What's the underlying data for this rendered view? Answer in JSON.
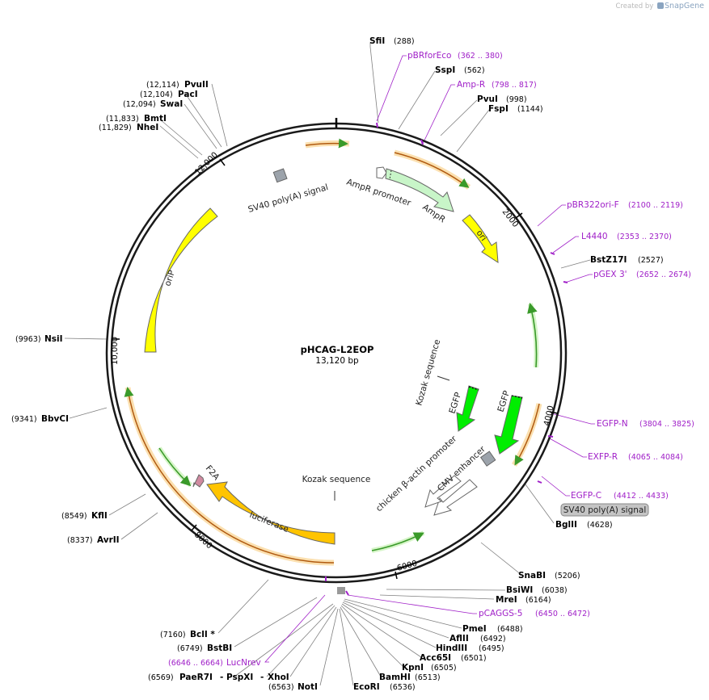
{
  "branding": {
    "created_by": "Created by",
    "product": "SnapGene",
    "icon": "snapgene-logo-icon"
  },
  "plasmid": {
    "name": "pHCAG-L2EOP",
    "size_label": "13,120 bp",
    "length": 13120
  },
  "colors": {
    "backbone": "#1a1a1a",
    "primer": "#a020c8",
    "gene_yellow": "#ffff00",
    "gene_green": "#00ee00",
    "promoter_green": "#c8f5c8",
    "luciferase": "#ffc400",
    "f2a": "#d08aa0",
    "polya": "#9ca3ab",
    "misc_orange": "#f5a623",
    "primer_arrow_green": "#3a9a2a"
  },
  "ticks": [
    {
      "pos": 2000,
      "label": "2000"
    },
    {
      "pos": 4000,
      "label": "4000"
    },
    {
      "pos": 6000,
      "label": "6000"
    },
    {
      "pos": 8000,
      "label": "8000"
    },
    {
      "pos": 10000,
      "label": "10,000"
    },
    {
      "pos": 12000,
      "label": "12,000"
    }
  ],
  "enzymes": [
    {
      "name": "SfiI",
      "pos": "(288)"
    },
    {
      "name": "SspI",
      "pos": "(562)"
    },
    {
      "name": "PvuI",
      "pos": "(998)"
    },
    {
      "name": "FspI",
      "pos": "(1144)"
    },
    {
      "name": "BstZ17I",
      "pos": "(2527)"
    },
    {
      "name": "BglII",
      "pos": "(4628)"
    },
    {
      "name": "SnaBI",
      "pos": "(5206)"
    },
    {
      "name": "BsiWI",
      "pos": "(6038)"
    },
    {
      "name": "MreI",
      "pos": "(6164)"
    },
    {
      "name": "PmeI",
      "pos": "(6488)"
    },
    {
      "name": "AflII",
      "pos": "(6492)"
    },
    {
      "name": "HindIII",
      "pos": "(6495)"
    },
    {
      "name": "Acc65I",
      "pos": "(6501)"
    },
    {
      "name": "KpnI",
      "pos": "(6505)"
    },
    {
      "name": "BamHI",
      "pos": "(6513)"
    },
    {
      "name": "EcoRI",
      "pos": "(6536)"
    },
    {
      "name": "NotI",
      "pos": "(6563)"
    },
    {
      "name": "PaeR7I",
      "pos": "(6569)"
    },
    {
      "name": "PspXI",
      "pos": ""
    },
    {
      "name": "XhoI",
      "pos": ""
    },
    {
      "name": "BstBI",
      "pos": "(6749)"
    },
    {
      "name": "BclI *",
      "pos": "(7160)"
    },
    {
      "name": "AvrII",
      "pos": "(8337)"
    },
    {
      "name": "KflI",
      "pos": "(8549)"
    },
    {
      "name": "BbvCI",
      "pos": "(9341)"
    },
    {
      "name": "NsiI",
      "pos": "(9963)"
    },
    {
      "name": "NheI",
      "pos": "(11,829)"
    },
    {
      "name": "BmtI",
      "pos": "(11,833)"
    },
    {
      "name": "SwaI",
      "pos": "(12,094)"
    },
    {
      "name": "PacI",
      "pos": "(12,104)"
    },
    {
      "name": "PvuII",
      "pos": "(12,114)"
    }
  ],
  "primers": [
    {
      "name": "pBRforEco",
      "range": "(362 .. 380)"
    },
    {
      "name": "Amp-R",
      "range": "(798 .. 817)"
    },
    {
      "name": "pBR322ori-F",
      "range": "(2100 .. 2119)"
    },
    {
      "name": "L4440",
      "range": "(2353 .. 2370)"
    },
    {
      "name": "pGEX 3'",
      "range": "(2652 .. 2674)"
    },
    {
      "name": "EGFP-N",
      "range": "(3804 .. 3825)"
    },
    {
      "name": "EXFP-R",
      "range": "(4065 .. 4084)"
    },
    {
      "name": "EGFP-C",
      "range": "(4412 .. 4433)"
    },
    {
      "name": "pCAGGS-5",
      "range": "(6450 .. 6472)"
    },
    {
      "name": "LucNrev",
      "range": "(6646 .. 6664)"
    }
  ],
  "features": [
    {
      "name": "AmpR promoter"
    },
    {
      "name": "AmpR"
    },
    {
      "name": "ori"
    },
    {
      "name": "SV40 poly(A) signal"
    },
    {
      "name": "oriP"
    },
    {
      "name": "Kozak sequence"
    },
    {
      "name": "EGFP"
    },
    {
      "name": "chicken β-actin promoter"
    },
    {
      "name": "CMV enhancer"
    },
    {
      "name": "luciferase"
    },
    {
      "name": "F2A"
    }
  ],
  "outside_labels": {
    "sv40_polya": "SV40 poly(A) signal"
  }
}
